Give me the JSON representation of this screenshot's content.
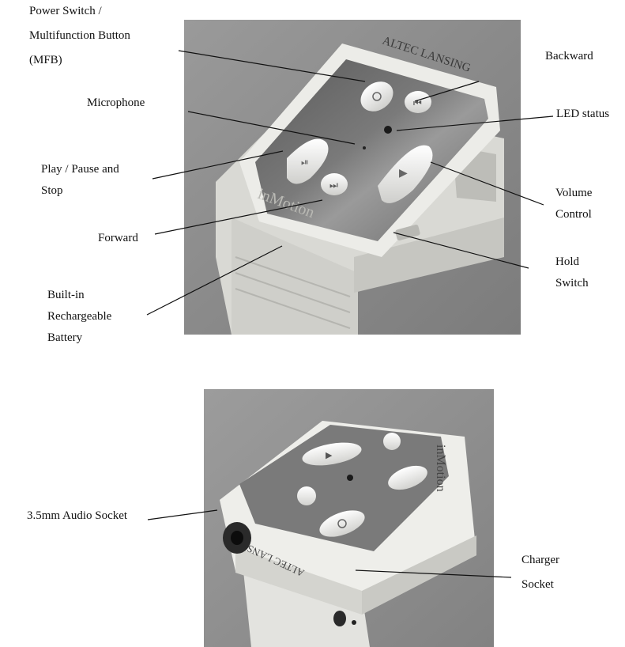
{
  "top_figure": {
    "brand_text": "ALTEC LANSING",
    "model_text": "inMotion",
    "callouts": {
      "power_switch": [
        "Power Switch /",
        "Multifunction Button",
        "(MFB)"
      ],
      "backward": "Backward",
      "microphone": "Microphone",
      "led_status": "LED status",
      "play_pause": [
        "Play / Pause and",
        "Stop"
      ],
      "volume": [
        "Volume",
        "Control"
      ],
      "forward": "Forward",
      "hold": [
        "Hold",
        "Switch"
      ],
      "battery": [
        "Built-in",
        "Rechargeable",
        "Battery"
      ]
    }
  },
  "bottom_figure": {
    "brand_text": "ALTEC LANSING",
    "model_text": "inMotion",
    "callouts": {
      "audio_socket": "3.5mm Audio Socket",
      "charger": [
        "Charger",
        "Socket"
      ]
    }
  },
  "colors": {
    "photo_bg": "#8e8e8e",
    "device_body": "#e8e8e4",
    "panel": "#6e6e6e",
    "leader_line": "#111111"
  }
}
